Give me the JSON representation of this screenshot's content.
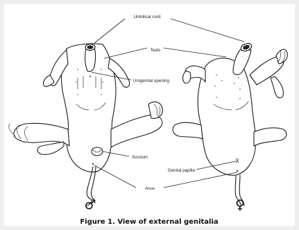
{
  "labels": {
    "umbilical_cord": "Umbilical cord",
    "teats": "Teats",
    "urogenital_opening": "Urogenital opening",
    "scrotum": "Scrotum",
    "genital_papilla": "Genital papilla",
    "anus": "Anus"
  },
  "symbols": {
    "male": "♂",
    "female": "♀"
  },
  "caption": "Figure 1. View of external genitalia",
  "colors": {
    "background": "#eeeeee",
    "panel": "#ffffff",
    "ink": "#1a1a1a"
  }
}
